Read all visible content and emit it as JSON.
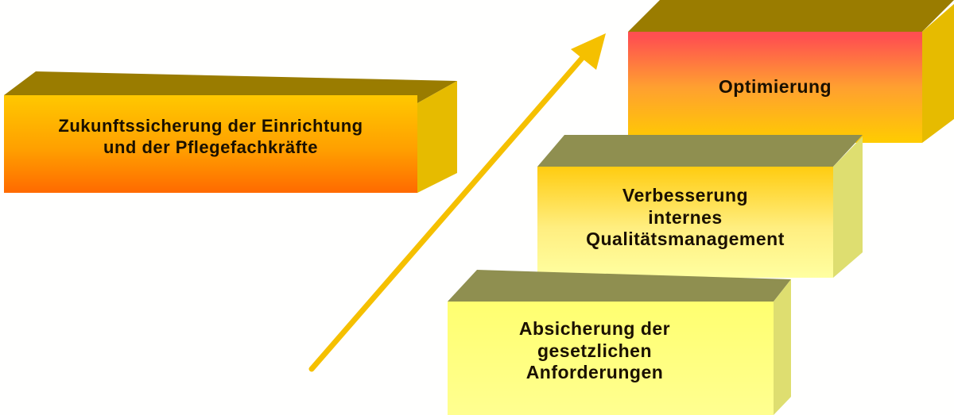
{
  "diagram": {
    "colors": {
      "background": "#fffffe",
      "arrow": "#f5c000",
      "top_dark": "#9a7c00",
      "top_olive": "#8f8f50",
      "side_gold": "#e6bb00",
      "side_pale": "#dede70"
    },
    "goal_box": {
      "line1": "Zukunftssicherung der Einrichtung",
      "line2": "und der Pflegefachkräfte"
    },
    "steps": [
      {
        "level": 1,
        "line1": "Absicherung der",
        "line2": "gesetzlichen",
        "line3": "Anforderungen"
      },
      {
        "level": 2,
        "line1": "Verbesserung",
        "line2": "internes",
        "line3": "Qualitätsmanagement"
      },
      {
        "level": 3,
        "line1": "Optimierung"
      }
    ],
    "arrow": {
      "direction": "up-right",
      "icon": "arrow-up-right-icon"
    }
  }
}
